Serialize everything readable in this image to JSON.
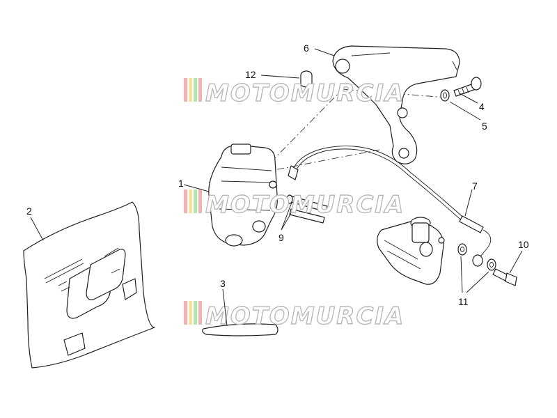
{
  "callouts": {
    "c1": "1",
    "c2": "2",
    "c3": "3",
    "c4": "4",
    "c5": "5",
    "c6": "6",
    "c7": "7",
    "c9": "9",
    "c10": "10",
    "c11": "11",
    "c12": "12"
  },
  "watermark": {
    "text": "MOTOMURCIA",
    "stripe_colors": [
      "#f3b3ae",
      "#f7e39a",
      "#b9e3b1"
    ]
  }
}
